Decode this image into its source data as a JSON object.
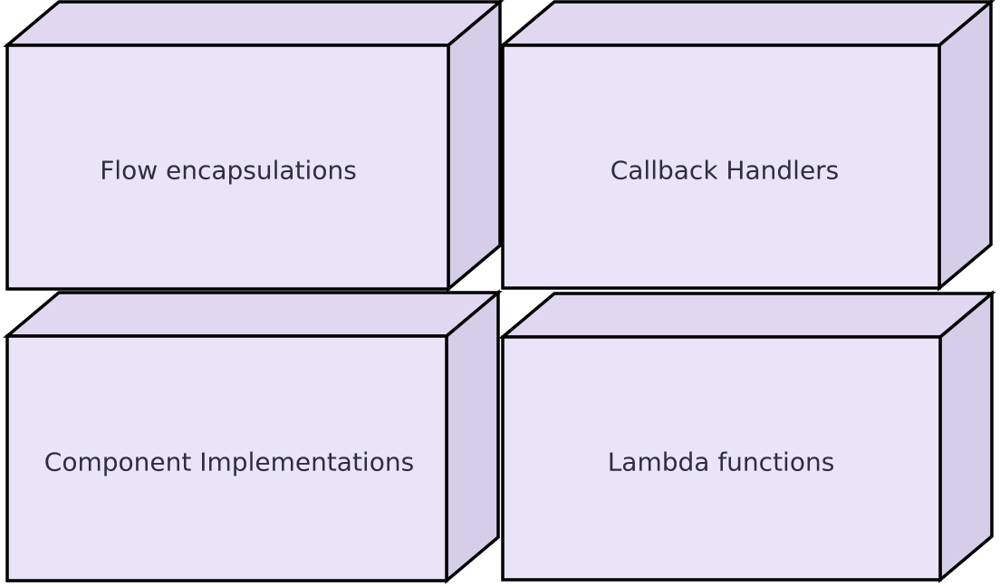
{
  "diagram": {
    "type": "3d-node-grid",
    "background": "#FFFFFF",
    "style": {
      "front_fill": "#EAE4F8",
      "top_fill": "#DFD8F0",
      "side_fill": "#D4CEE9",
      "stroke": "#000000",
      "text_color": "#2E2E3E"
    },
    "nodes": [
      {
        "id": "flow-encapsulations",
        "label": "Flow encapsulations"
      },
      {
        "id": "callback-handlers",
        "label": "Callback Handlers"
      },
      {
        "id": "component-implementations",
        "label": "Component Implementations"
      },
      {
        "id": "lambda-functions",
        "label": "Lambda functions"
      }
    ]
  }
}
